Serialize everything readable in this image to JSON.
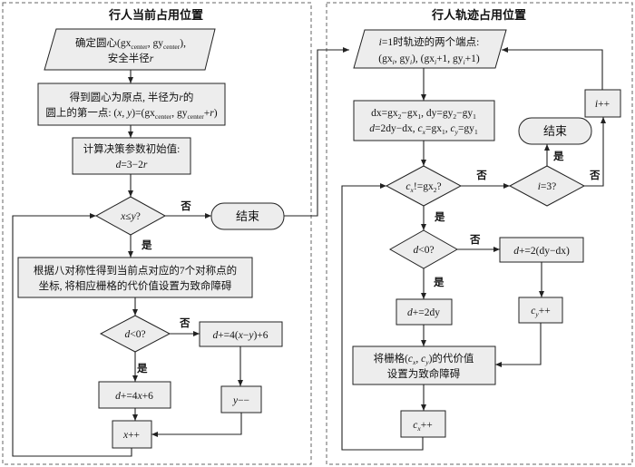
{
  "left": {
    "title": "行人当前占用位置",
    "input": {
      "line1": [
        "确定圆心(gx",
        "center",
        ", gy",
        "center",
        "),"
      ],
      "line2": [
        "安全半径",
        "r"
      ]
    },
    "step1": {
      "line1": [
        "得到圆心为原点, 半径为",
        "r",
        "的"
      ],
      "line2": [
        "圆上的第一点: (",
        "x",
        ", ",
        "y",
        ")=(gx",
        "center",
        ", gy",
        "center",
        "+",
        "r",
        ")"
      ]
    },
    "step2": {
      "line1": "计算决策参数初始值:",
      "line2": [
        "d",
        "=3−2",
        "r"
      ]
    },
    "cond_xy": [
      "x",
      "≤",
      "y",
      "?"
    ],
    "end": "结束",
    "yes1": "是",
    "no1": "否",
    "mark": {
      "line1": "根据八对称性得到当前点对应的7个对称点的",
      "line2": "坐标, 将相应栅格的代价值设置为致命障碍"
    },
    "cond_d": [
      "d",
      "<0?"
    ],
    "yes2": "是",
    "no2": "否",
    "upd_yes": [
      "d",
      "+=4",
      "x",
      "+6"
    ],
    "upd_no": [
      "d",
      "+=4(",
      "x",
      "−",
      "y",
      ")+6"
    ],
    "y_dec": [
      "y",
      "−−"
    ],
    "x_inc": [
      "x",
      "++"
    ]
  },
  "right": {
    "title": "行人轨迹占用位置",
    "input": {
      "line1": [
        "i",
        "=1时轨迹的两个端点:"
      ],
      "line2": [
        "(gx",
        "i",
        ", gy",
        "i",
        "), (gx",
        "i",
        "+1, gy",
        "i",
        "+1)"
      ]
    },
    "step1": {
      "line1": [
        "dx=gx",
        "2",
        "−gx",
        "1",
        ", dy=gy",
        "2",
        "−gy",
        "1"
      ],
      "line2": [
        "d",
        "=2dy−dx, ",
        "c",
        "x",
        "=gx",
        "1",
        ", ",
        "c",
        "y",
        "=gy",
        "1"
      ]
    },
    "cond_cx": [
      "c",
      "x",
      "!=gx",
      "2",
      "?"
    ],
    "no1": "否",
    "cond_i": [
      "i",
      "=3?"
    ],
    "yes_i": "是",
    "no_i": "否",
    "end": "结束",
    "i_inc": [
      "i",
      "++"
    ],
    "yes1": "是",
    "cond_d": [
      "d",
      "<0?"
    ],
    "no2": "否",
    "yes2": "是",
    "upd_no": [
      "d",
      "+=2(dy−dx)"
    ],
    "upd_yes": [
      "d",
      "+=2dy"
    ],
    "cy_inc": [
      "c",
      "y",
      "++"
    ],
    "mark": {
      "line1": [
        "将栅格(",
        "c",
        "x",
        ", ",
        "c",
        "y",
        ")的代价值"
      ],
      "line2": "设置为致命障碍"
    },
    "cx_inc": [
      "c",
      "x",
      "++"
    ]
  }
}
